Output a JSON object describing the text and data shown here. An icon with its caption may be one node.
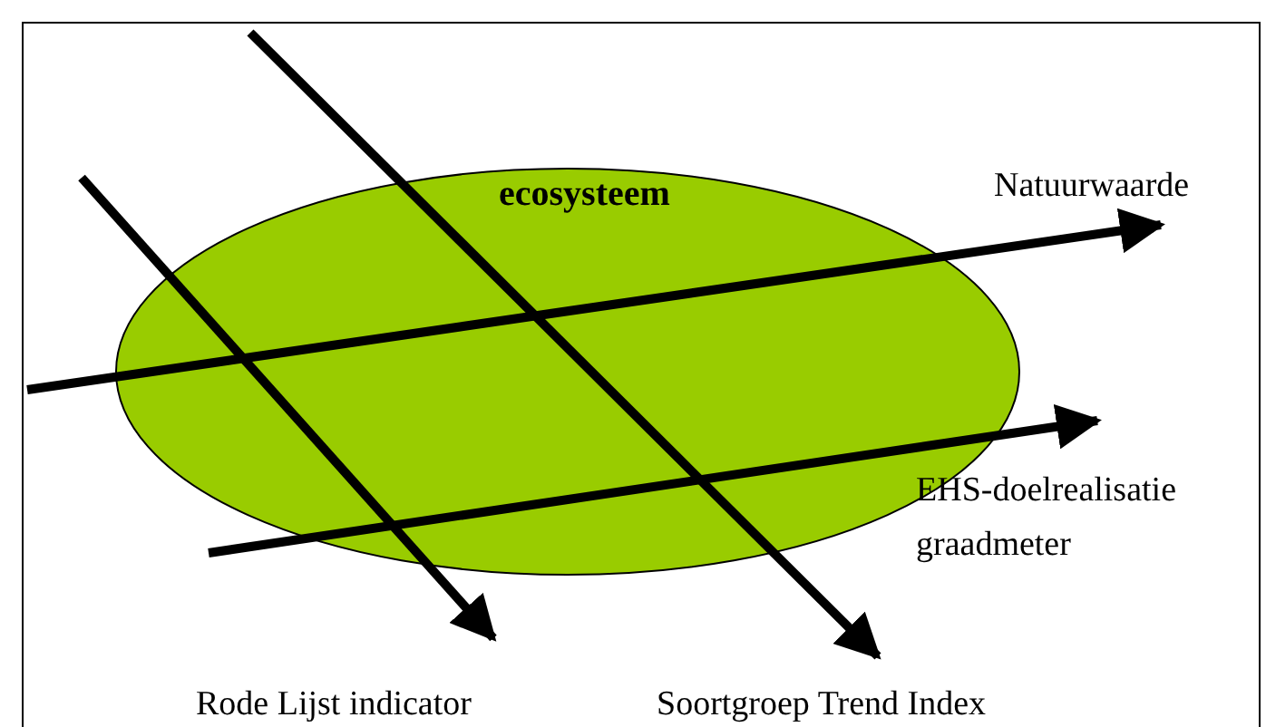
{
  "diagram": {
    "nodes": [
      {
        "text": [
          "ecosysteem"
        ]
      },
      {
        "text": [
          "Natuurwaarde"
        ]
      },
      {
        "text": [
          "EHS-doelrealisatie graadmeter"
        ]
      },
      {
        "text": [
          "Rode Lijst indicator"
        ]
      },
      {
        "text": [
          "Soortgroep Trend Index"
        ]
      }
    ],
    "edges": [
      {
        "from": null,
        "to": 1,
        "arrow": "to"
      },
      {
        "from": null,
        "to": 2,
        "arrow": "to"
      },
      {
        "from": null,
        "to": 3,
        "arrow": "to"
      },
      {
        "from": null,
        "to": 4,
        "arrow": "to"
      }
    ]
  }
}
